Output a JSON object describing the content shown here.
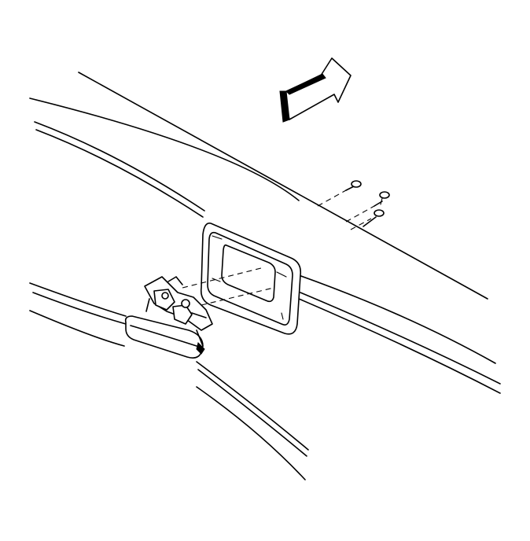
{
  "figure": {
    "caption": "",
    "labels": []
  },
  "components": {
    "direction_arrow": "front-direction-arrow",
    "fasteners": [
      "bolt",
      "bolt",
      "bolt"
    ],
    "bezel": "handle-bezel",
    "handle": "outside-handle-assembly"
  }
}
